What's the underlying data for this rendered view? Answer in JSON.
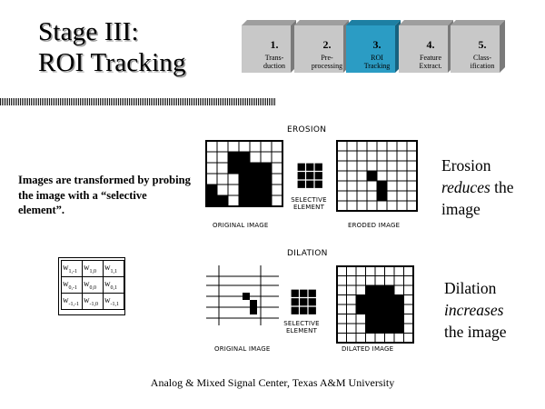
{
  "title": {
    "line1": "Stage III:",
    "line2": "ROI Tracking"
  },
  "stages": [
    {
      "num": "1.",
      "line1": "Trans-",
      "line2": "duction",
      "active": false
    },
    {
      "num": "2.",
      "line1": "Pre-",
      "line2": "processing",
      "active": false
    },
    {
      "num": "3.",
      "line1": "ROI",
      "line2": "Tracking",
      "active": true
    },
    {
      "num": "4.",
      "line1": "Feature",
      "line2": "Extract.",
      "active": false
    },
    {
      "num": "5.",
      "line1": "Class-",
      "line2": "ification",
      "active": false
    }
  ],
  "colors": {
    "active": "#2b9cc4",
    "inactive": "#c8c8c8",
    "side": "#8a8a8a"
  },
  "description": "Images are transformed by probing the image with a “selective element”.",
  "weights": {
    "cells": [
      {
        "base": "w",
        "sub": "1,-1"
      },
      {
        "base": "w",
        "sub": "1,0"
      },
      {
        "base": "w",
        "sub": "1,1"
      },
      {
        "base": "w",
        "sub": "0,-1"
      },
      {
        "base": "w",
        "sub": "0,0"
      },
      {
        "base": "w",
        "sub": "0,1"
      },
      {
        "base": "w",
        "sub": "-1,-1"
      },
      {
        "base": "w",
        "sub": "-1,0"
      },
      {
        "base": "w",
        "sub": "-1,1"
      }
    ]
  },
  "erosion": {
    "title": "EROSION",
    "original_caption": "ORIGINAL IMAGE",
    "element_caption_1": "SELECTIVE",
    "element_caption_2": "ELEMENT",
    "result_caption": "ERODED IMAGE",
    "note_1": "Erosion",
    "note_2": "reduces",
    "note_3": " the",
    "note_4": "image"
  },
  "dilation": {
    "title": "DILATION",
    "original_caption": "ORIGINAL IMAGE",
    "element_caption_1": "SELECTIVE",
    "element_caption_2": "ELEMENT",
    "result_caption": "DILATED IMAGE",
    "note_1": "Dilation",
    "note_2": "increases",
    "note_3": "the image"
  },
  "footer": "Analog & Mixed Signal Center, Texas A&M University"
}
